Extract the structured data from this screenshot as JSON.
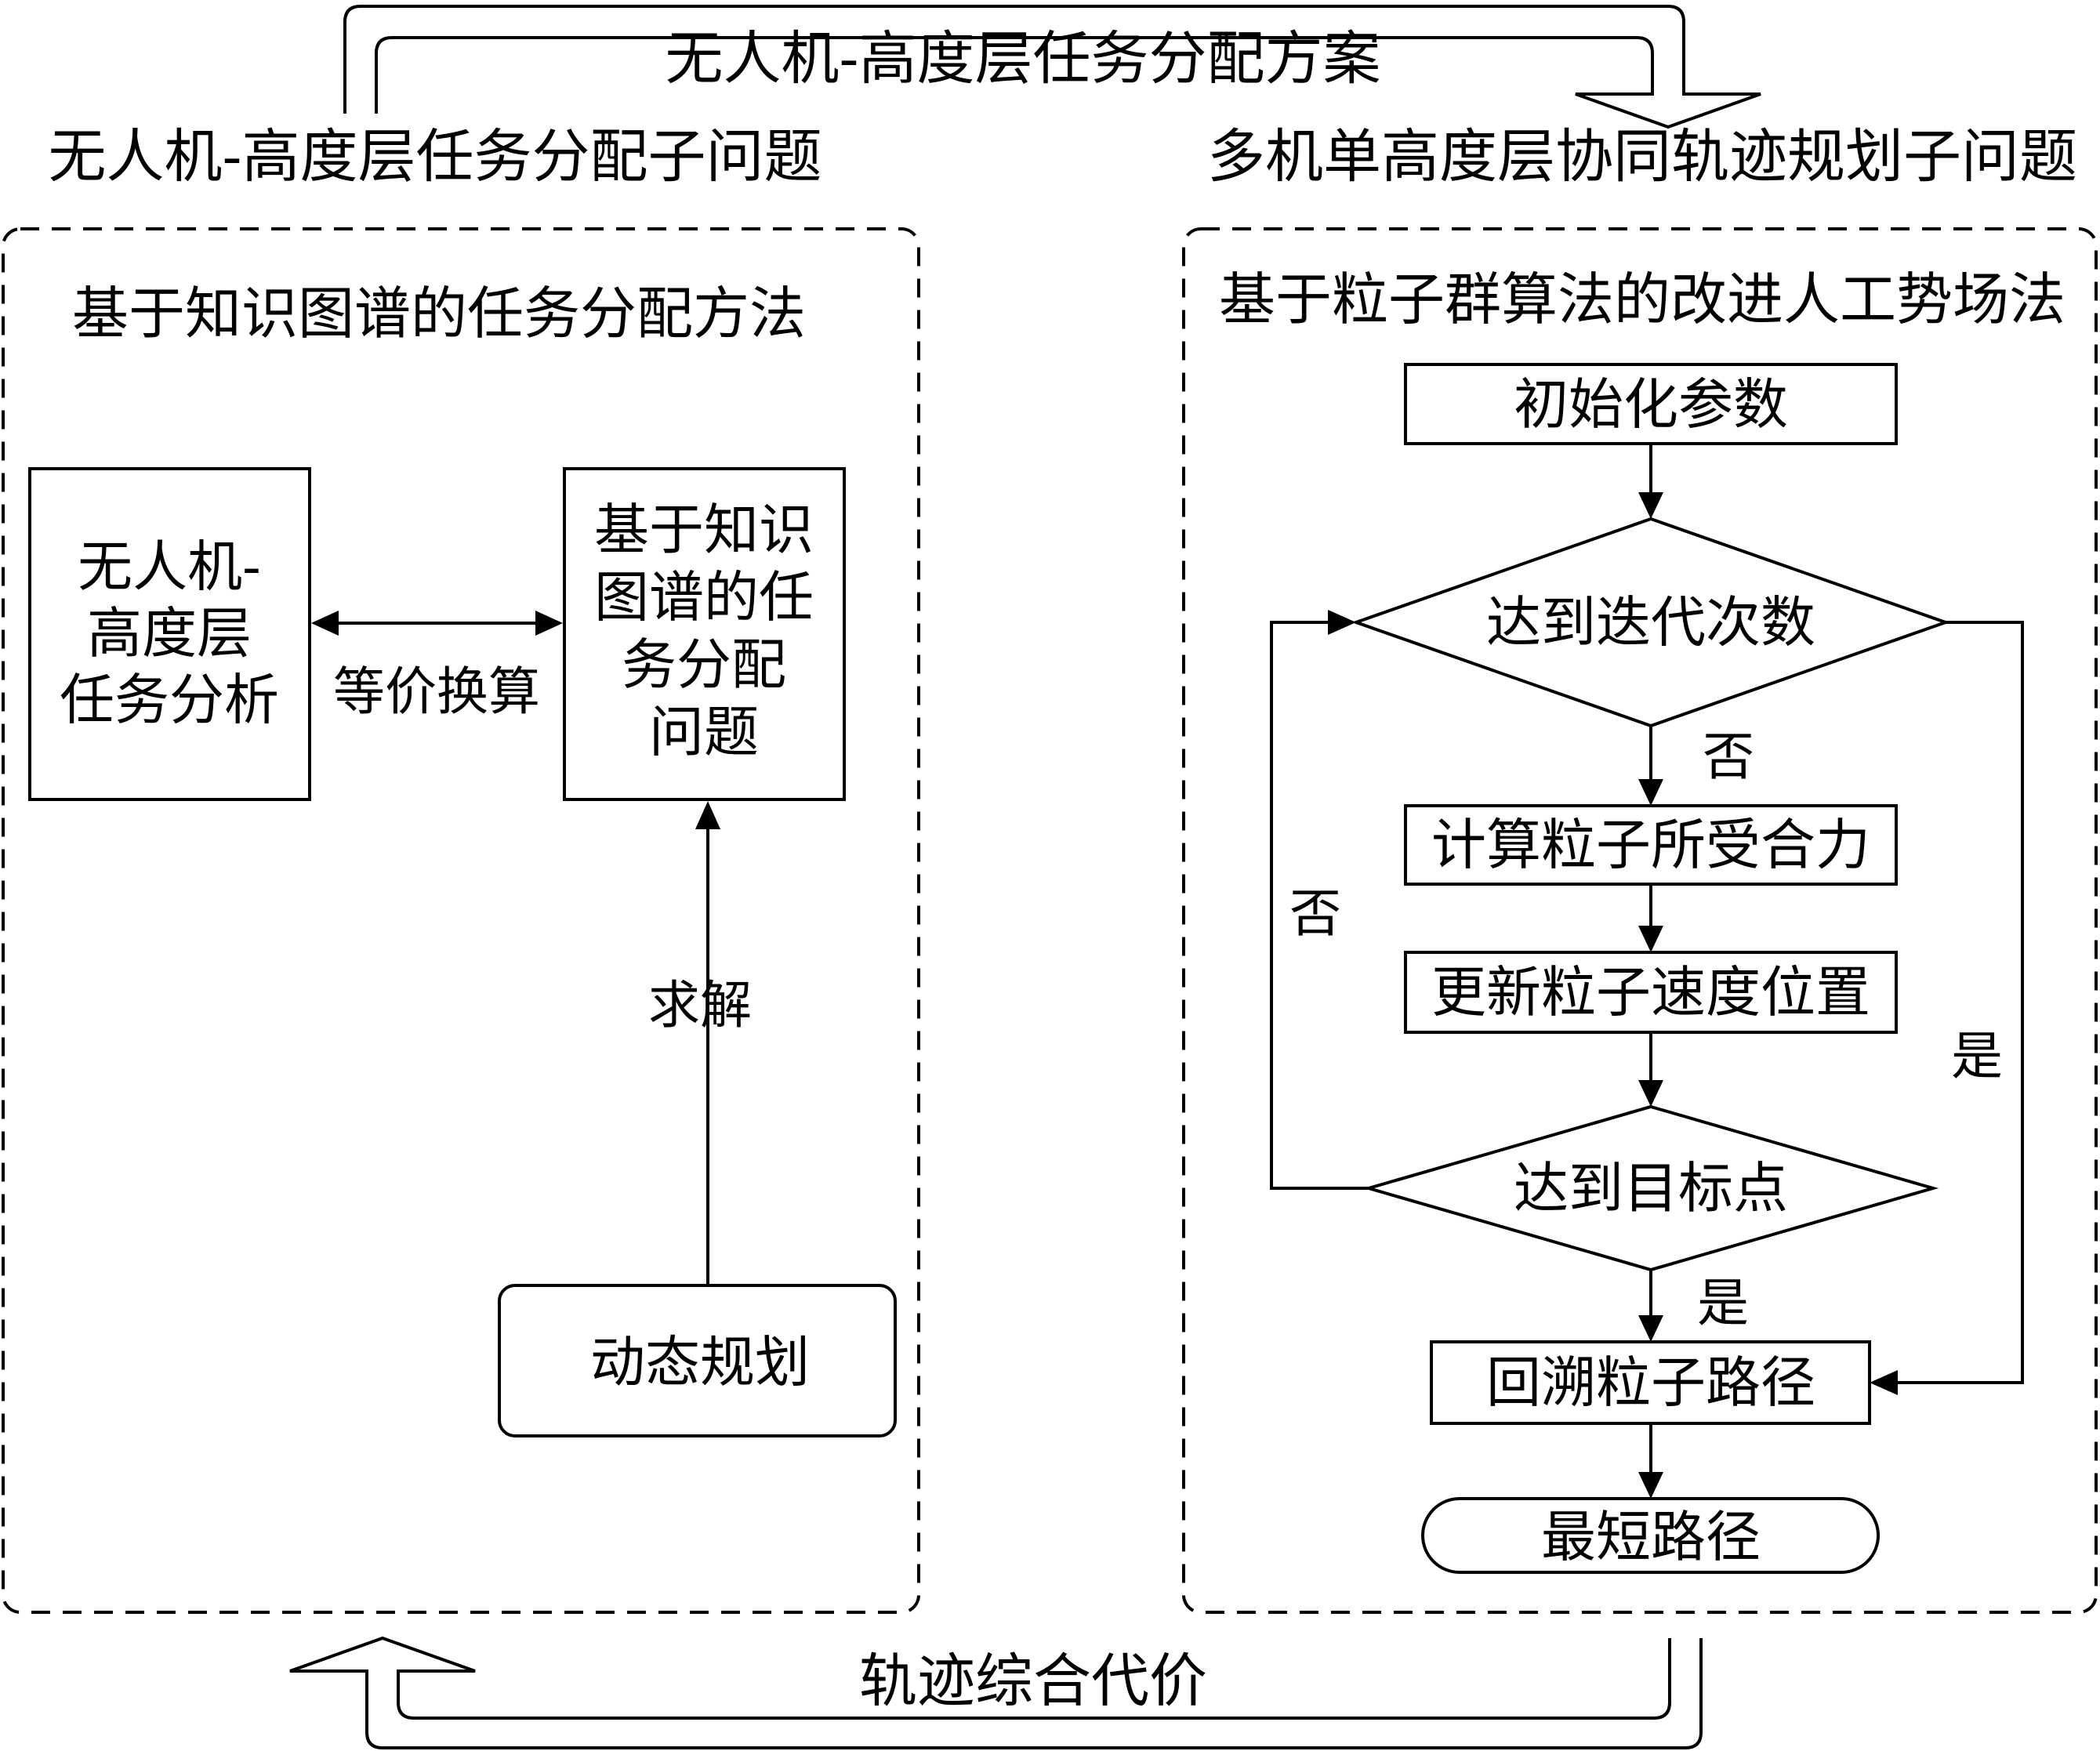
{
  "top_arrow": {
    "label": "无人机-高度层任务分配方案"
  },
  "bottom_arrow": {
    "label": "轨迹综合代价"
  },
  "left_panel": {
    "heading": "无人机-高度层任务分配子问题",
    "method": "基于知识图谱的任务分配方法",
    "box_analysis": [
      "无人机-",
      "高度层",
      "任务分析"
    ],
    "box_problem": [
      "基于知识",
      "图谱的任",
      "务分配",
      "问题"
    ],
    "edge_equivalent": "等价换算",
    "edge_solve": "求解",
    "box_dp": "动态规划"
  },
  "right_panel": {
    "heading": "多机单高度层协同轨迹规划子问题",
    "method": "基于粒子群算法的改进人工势场法",
    "step_init": "初始化参数",
    "decision_iter": "达到迭代次数",
    "step_force": "计算粒子所受合力",
    "step_update": "更新粒子速度位置",
    "decision_target": "达到目标点",
    "step_backtrack": "回溯粒子路径",
    "end": "最短路径",
    "label_no_1": "否",
    "label_no_2": "否",
    "label_yes_1": "是",
    "label_yes_2": "是"
  }
}
